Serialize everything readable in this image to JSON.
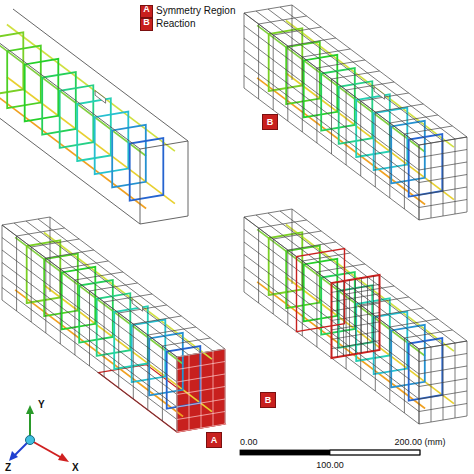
{
  "diagram": {
    "nodes": [
      {
        "text": [
          "B"
        ]
      },
      {
        "text": [
          "A"
        ]
      },
      {
        "text": [
          "B"
        ]
      }
    ],
    "labels": [
      "A",
      "B",
      "0.00",
      "200.00 (mm)",
      "100.00",
      "Y",
      "Z",
      "X"
    ],
    "legend": [
      {
        "text": "Symmetry Region",
        "color": "#c8201e"
      },
      {
        "text": "Reaction",
        "color": "#c8201e"
      }
    ]
  }
}
